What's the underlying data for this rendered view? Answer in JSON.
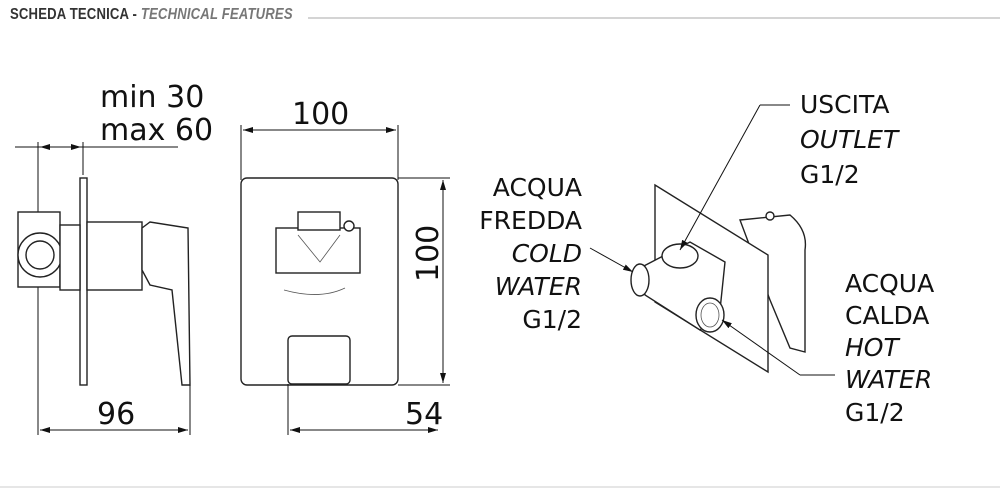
{
  "header": {
    "title_it": "SCHEDA TECNICA",
    "separator": " - ",
    "title_en": "TECHNICAL FEATURES"
  },
  "side_view": {
    "wall_min": "min 30",
    "wall_max": "max 60",
    "depth": "96"
  },
  "front_view": {
    "width": "100",
    "height": "100",
    "projection": "54"
  },
  "labels": {
    "outlet": {
      "it": "USCITA",
      "en": "OUTLET",
      "size": "G1/2"
    },
    "cold": {
      "it1": "ACQUA",
      "it2": "FREDDA",
      "en1": "COLD",
      "en2": "WATER",
      "size": "G1/2"
    },
    "hot": {
      "it1": "ACQUA",
      "it2": "CALDA",
      "en1": "HOT",
      "en2": "WATER",
      "size": "G1/2"
    }
  },
  "colors": {
    "line": "#111111",
    "header": "#333333",
    "header_accent": "#777777"
  }
}
